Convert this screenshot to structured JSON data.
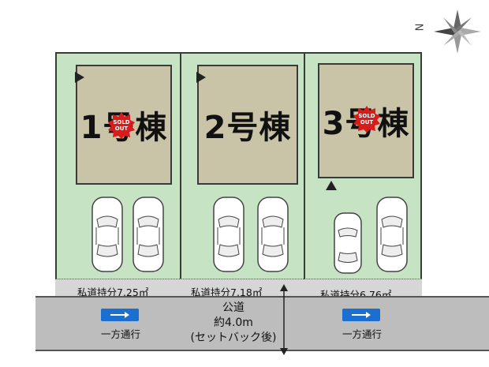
{
  "lots": [
    {
      "label": "1号棟",
      "sold": true,
      "share": "私道持分7.25㎡",
      "cars": 2
    },
    {
      "label": "2号棟",
      "sold": false,
      "share": "私道持分7.18㎡",
      "cars": 2
    },
    {
      "label": "3号棟",
      "sold": true,
      "share": "私道持分6.76㎡",
      "cars": 2
    }
  ],
  "soldout_text": [
    "SOLD",
    "OUT"
  ],
  "road": {
    "type": "公道",
    "width": "約4.0m",
    "note": "(セットバック後)",
    "one_way_left": "一方通行",
    "one_way_right": "一方通行"
  },
  "compass": {
    "label": "N"
  },
  "colors": {
    "lot": "#c6e3c4",
    "house": "#c9c3a8",
    "road": "#bdbdbd",
    "arrow": "#1a6fd0",
    "soldout": "#d81b1b"
  }
}
